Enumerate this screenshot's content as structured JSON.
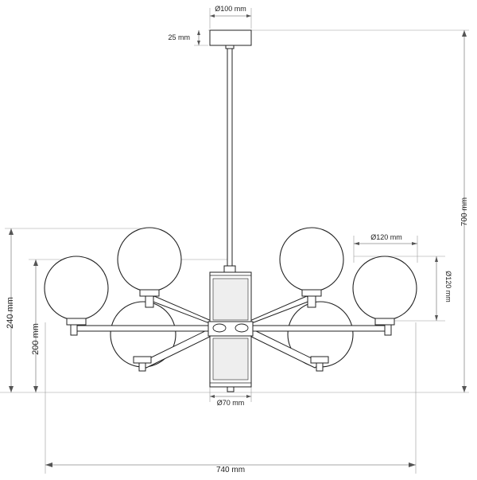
{
  "labels": {
    "canopy_diameter": "Ø100 mm",
    "canopy_height": "25 mm",
    "total_height": "700 mm",
    "globe_diameter_h": "Ø120 mm",
    "globe_diameter_v": "Ø120 mm",
    "body_height": "240 mm",
    "arm_height": "200 mm",
    "center_diameter": "Ø70 mm",
    "total_width": "740 mm"
  },
  "colors": {
    "line": "#222222",
    "dimension": "#8a8a8a"
  }
}
